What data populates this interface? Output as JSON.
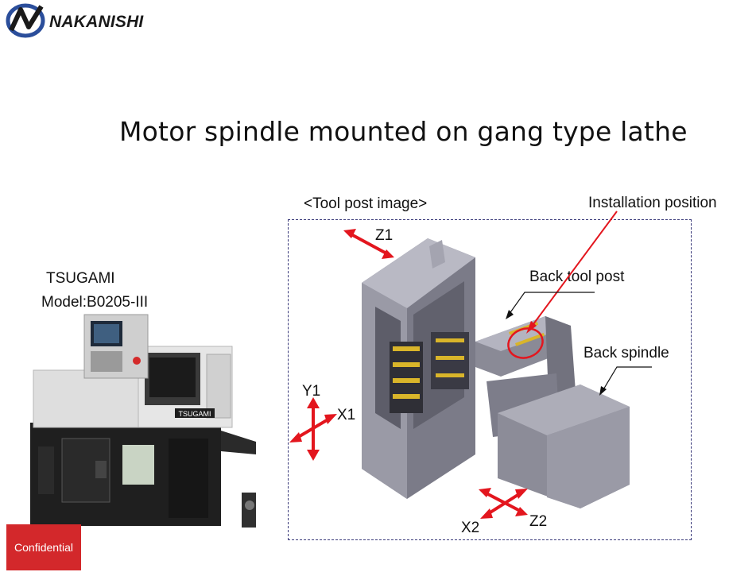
{
  "brand": {
    "name": "NAKANISHI"
  },
  "slide": {
    "title": "Motor spindle mounted on gang type lathe",
    "tool_post_caption": "<Tool post image>",
    "installation_label": "Installation position",
    "back_tool_post_label": "Back tool post",
    "back_spindle_label": "Back spindle",
    "machine_maker": "TSUGAMI",
    "machine_model": "Model:B0205-III",
    "machine_badge": "TSUGAMI",
    "axis_labels": {
      "z1": "Z1",
      "y1": "Y1",
      "x1": "X1",
      "x2": "X2",
      "z2": "Z2"
    },
    "confidential": "Confidential"
  },
  "colors": {
    "accent_red": "#e3161e",
    "badge_red": "#d3282b",
    "gray_part": "#8d8d99"
  }
}
